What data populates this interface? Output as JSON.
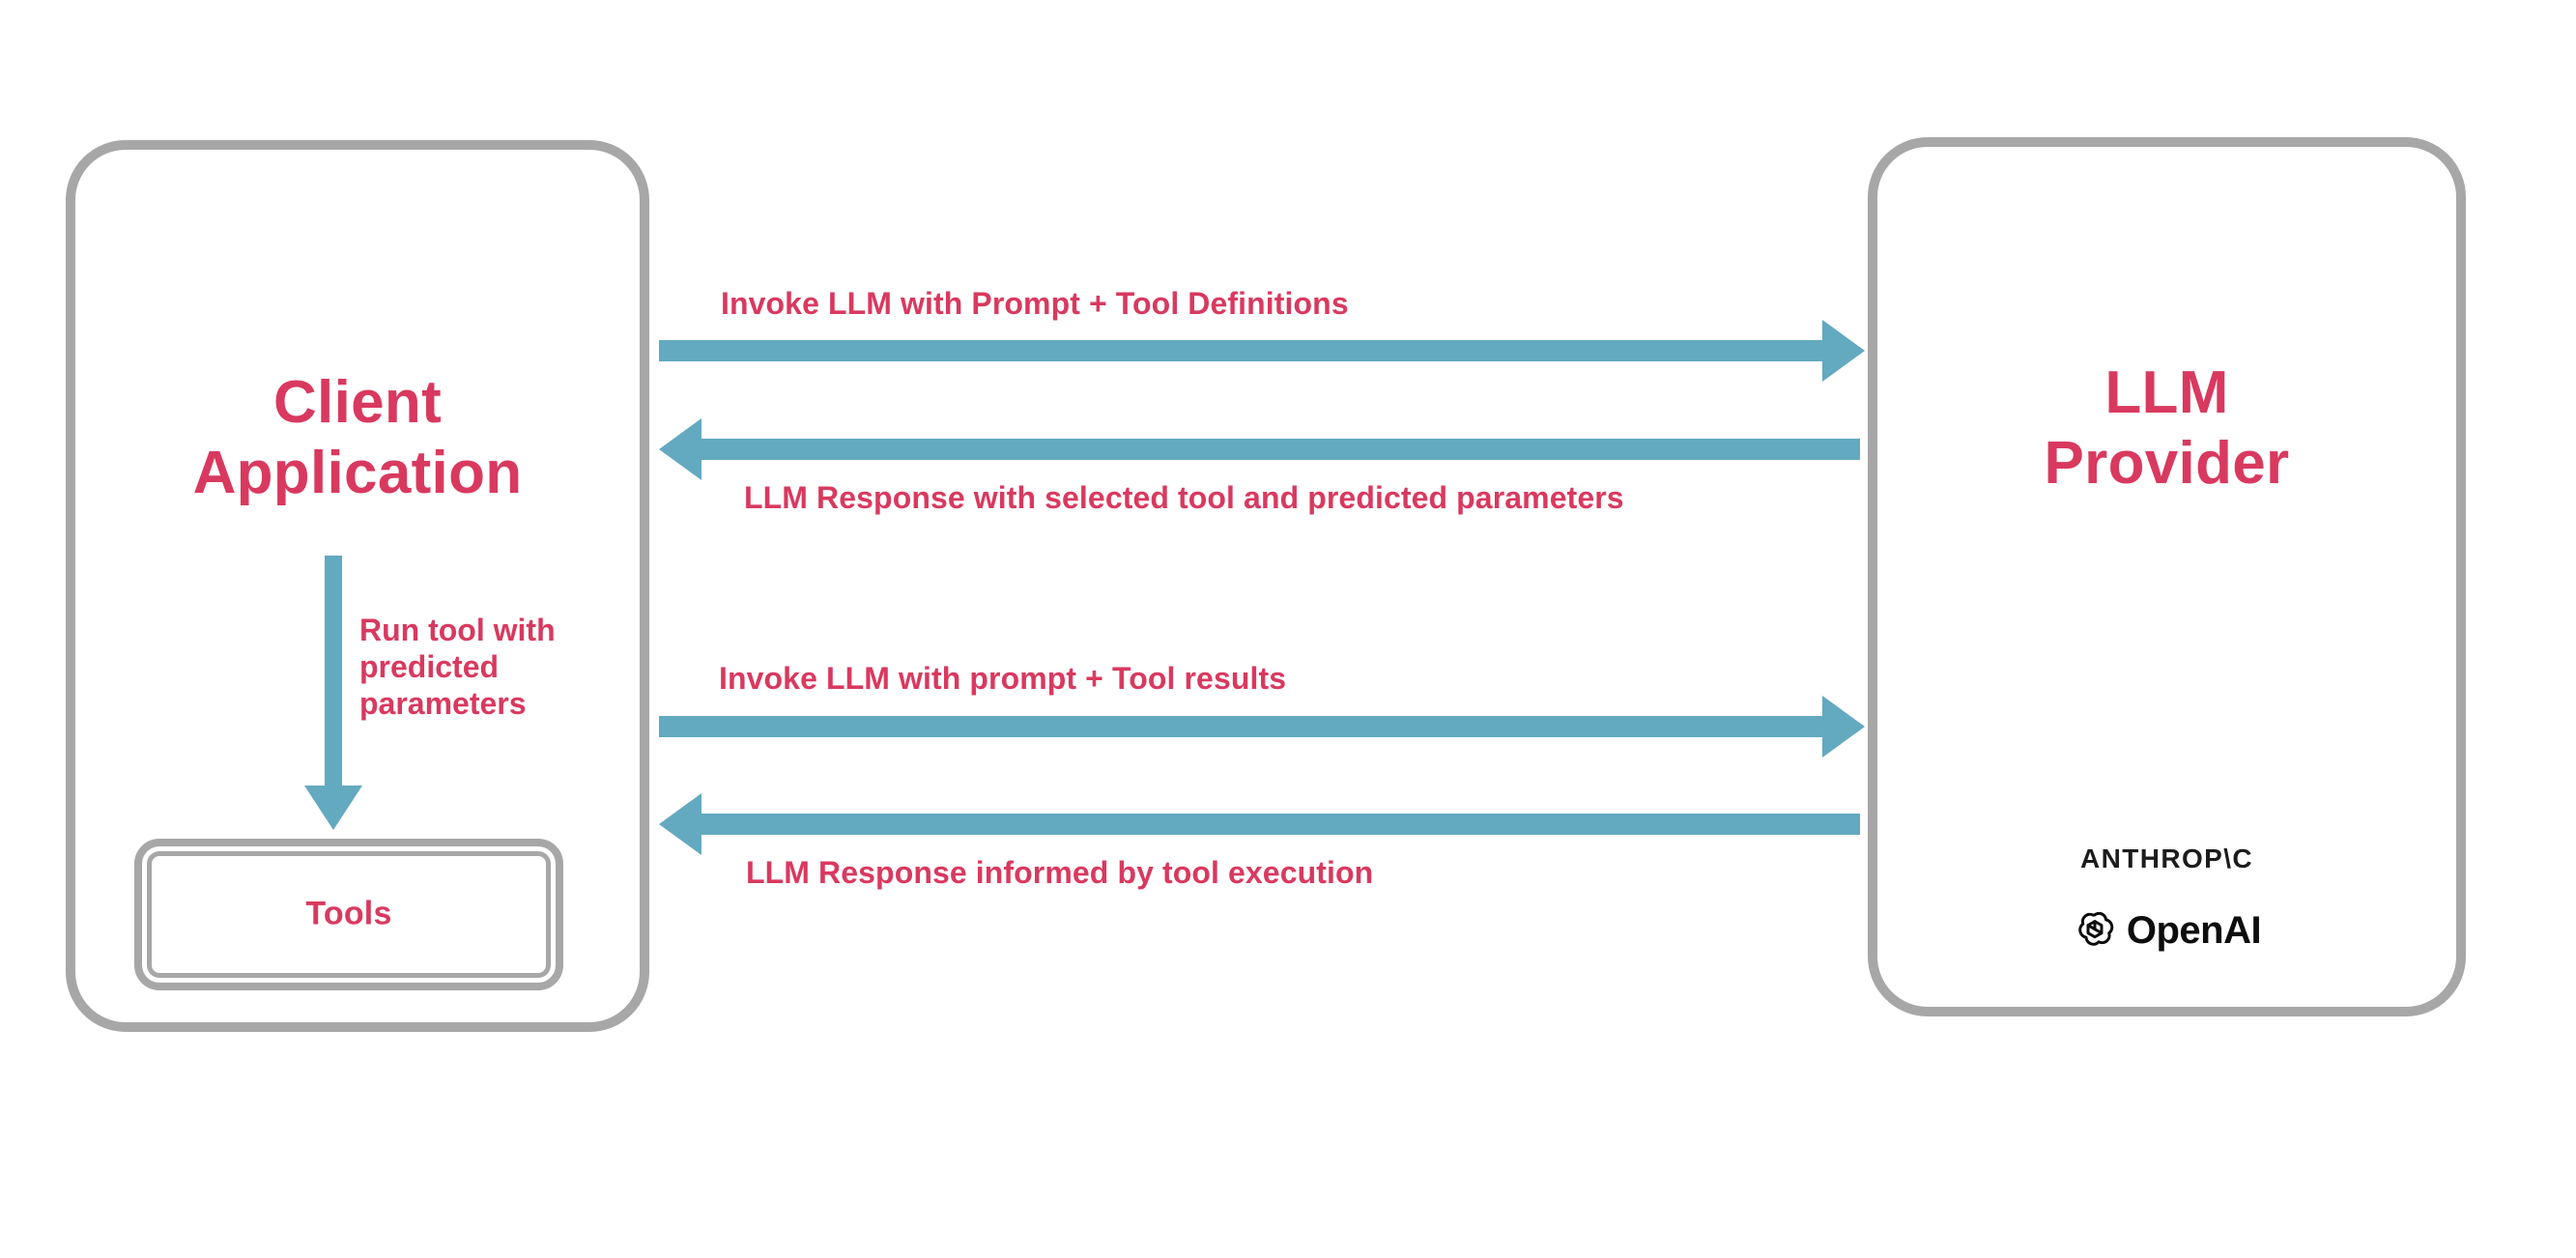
{
  "diagram": {
    "title": "LLM tool-calling sequence between client application and LLM provider",
    "colors": {
      "accent_text": "#d9395f",
      "arrow": "#63a9c0",
      "box_border": "#a7a7a7",
      "background": "#ffffff",
      "logo": "#0d0d0d"
    },
    "nodes": {
      "client": {
        "title": "Client\nApplication",
        "title_line1": "Client",
        "title_line2": "Application",
        "tools": {
          "label": "Tools"
        }
      },
      "provider": {
        "title_line1": "LLM",
        "title_line2": "Provider",
        "logos": [
          {
            "name": "anthropic-logo",
            "text": "ANTHROP\\C"
          },
          {
            "name": "openai-logo",
            "text": "OpenAI"
          }
        ]
      }
    },
    "flows": [
      {
        "id": "invoke-with-tool-definitions",
        "label": "Invoke LLM with Prompt + Tool Definitions",
        "direction": "client-to-provider",
        "label_position": "above"
      },
      {
        "id": "llm-response-with-tool-selection",
        "label": "LLM Response with selected tool and predicted parameters",
        "direction": "provider-to-client",
        "label_position": "below"
      },
      {
        "id": "invoke-with-tool-results",
        "label": "Invoke LLM with prompt + Tool results",
        "direction": "client-to-provider",
        "label_position": "above"
      },
      {
        "id": "llm-response-informed-by-tools",
        "label": "LLM Response informed by tool execution",
        "direction": "provider-to-client",
        "label_position": "below"
      }
    ],
    "internal_flow": {
      "id": "run-tool",
      "label": "Run tool with predicted parameters",
      "direction": "client-to-tools"
    }
  }
}
